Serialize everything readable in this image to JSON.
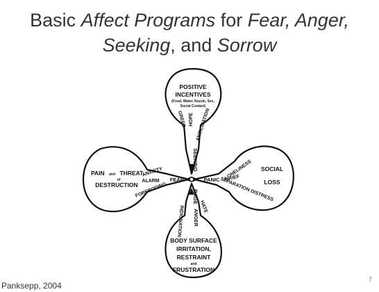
{
  "slide": {
    "title_line1": {
      "prefix": "Basic ",
      "italic1": "Affect Programs",
      "middle": " for ",
      "italic2": "Fear, Anger,"
    },
    "title_line2": {
      "italic1": "Seeking",
      "middle": ", and ",
      "italic2": "Sorrow"
    },
    "citation": "Panksepp, 2004",
    "page_number": "7"
  },
  "diagram": {
    "top_lobe": {
      "title1": "POSITIVE",
      "title2": "INCENTIVES",
      "subtitle1": "(Food, Water, Nuzzle, Sex,",
      "subtitle2": "Social Contact)",
      "words": [
        "GREED",
        "HOPE",
        "ANTICIPATION"
      ]
    },
    "left_lobe": {
      "title1a": "PAIN",
      "title1b": "and",
      "title1c": "THREAT",
      "title1d": "of",
      "title2": "DESTRUCTION",
      "words": [
        "ANXIETY",
        "ALARM",
        "FOREBODING"
      ]
    },
    "right_lobe": {
      "title1": "SOCIAL",
      "title2": "LOSS",
      "words": [
        "LONELINESS",
        "GRIEF",
        "SEPARATION DISTRESS"
      ]
    },
    "bottom_lobe": {
      "title1": "BODY SURFACE",
      "title2": "IRRITATION,",
      "title3": "RESTRAINT",
      "title4": "and",
      "title5": "FRUSTRATION",
      "words": [
        "INDIGNATION",
        "ANGER",
        "HATE"
      ]
    },
    "core": {
      "seeking": "SEEKING",
      "fear": "FEAR",
      "panic": "PANIC",
      "rage": "RAGE"
    }
  }
}
